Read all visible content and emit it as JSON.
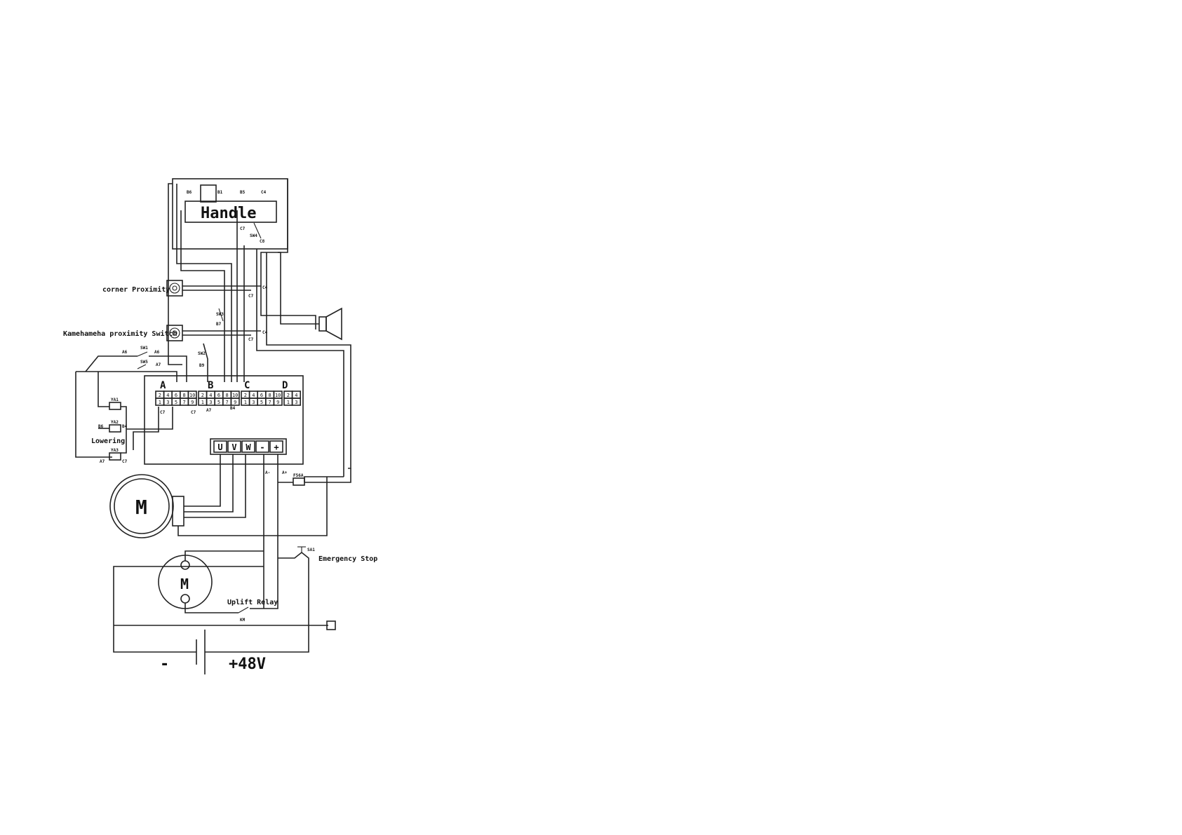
{
  "labels": {
    "handle": "Handle",
    "corner_proximity": "corner Proximity",
    "kamehameha_switch": "Kamehameha proximity Switch",
    "lowering": "Lowering",
    "emergency_stop": "Emergency Stop",
    "uplift_relay": "Uplift Relay",
    "drive_motor": "M",
    "pump_motor": "M",
    "battery_minus": "-",
    "battery_plus": "+48V",
    "fuse": "F56A"
  },
  "connector": {
    "headers": [
      "A",
      "B",
      "C",
      "D"
    ],
    "row_top": [
      "2",
      "4",
      "6",
      "8",
      "10",
      "2",
      "4",
      "6",
      "8",
      "10",
      "2",
      "4",
      "6",
      "8",
      "10",
      "2",
      "4"
    ],
    "row_bottom": [
      "1",
      "3",
      "5",
      "7",
      "9",
      "1",
      "3",
      "5",
      "7",
      "9",
      "1",
      "3",
      "5",
      "7",
      "9",
      "1",
      "3"
    ]
  },
  "power_terminals": [
    "U",
    "V",
    "W",
    "-",
    "+"
  ],
  "wire_tags": {
    "b6": "B6",
    "b1": "B1",
    "b5": "B5",
    "c4_top": "C4",
    "c7_handle": "C7",
    "c8": "C8",
    "sw_handle": "SW4",
    "c4_corner": "C4",
    "c7_corner": "C7",
    "b7": "B7",
    "sw_b7": "SW3",
    "c4_kame": "C4",
    "c7_kame": "C7",
    "b9": "B9",
    "sw_b9": "SW2",
    "sw_left_top": "SW1",
    "a6": "A6",
    "a6b": "A6",
    "sw_left_mid": "SW5",
    "a7": "A7",
    "c7_conn_a": "C7",
    "c7_conn_b": "C7",
    "a7_conn": "A7",
    "b4_conn": "B4",
    "ya1": "YA1",
    "ya2": "YA2",
    "ya3": "YA3",
    "b6_low": "B6",
    "b4_low": "B4",
    "a7_low": "A7",
    "c7_low": "C7",
    "a_minus": "A-",
    "a_plus": "A+",
    "sa1": "SA1",
    "km": "KM"
  }
}
